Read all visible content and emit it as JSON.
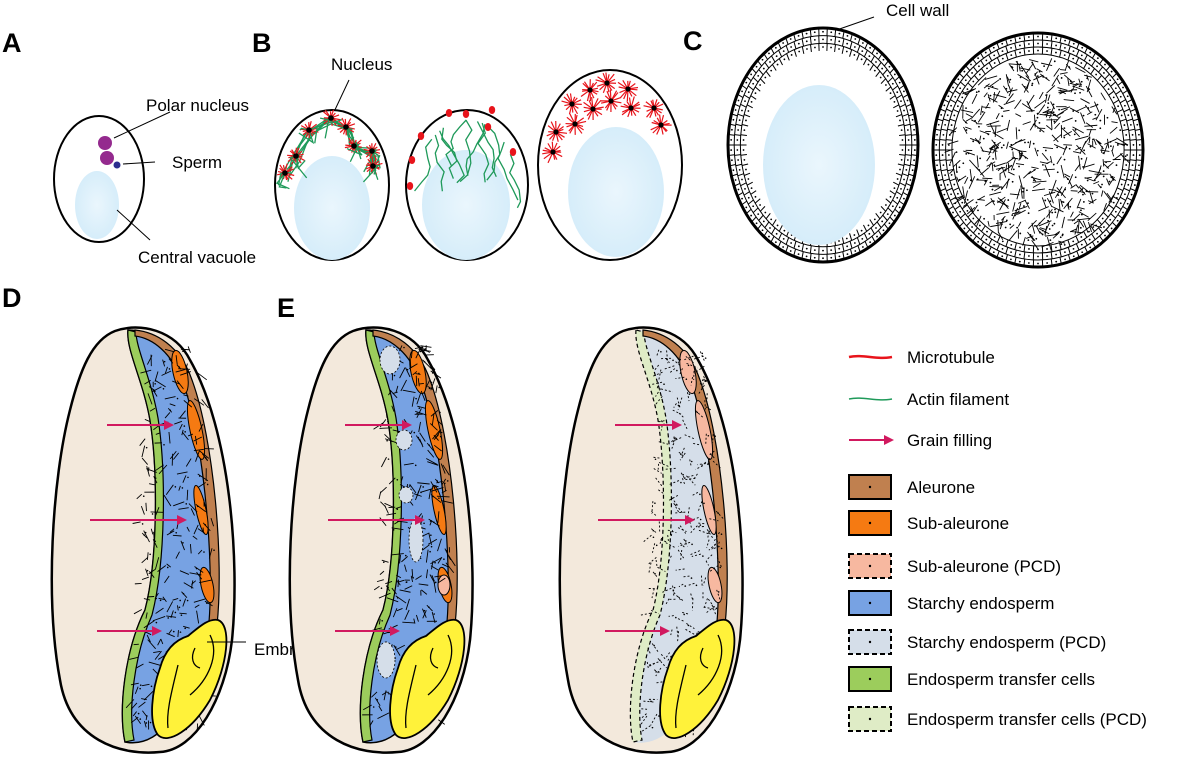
{
  "panels": {
    "A": {
      "letter": "A",
      "labels": {
        "polar_nucleus": "Polar nucleus",
        "sperm": "Sperm",
        "central_vacuole": "Central vacuole"
      }
    },
    "B": {
      "letter": "B",
      "labels": {
        "nucleus": "Nucleus"
      }
    },
    "C": {
      "letter": "C",
      "labels": {
        "cell_wall": "Cell wall"
      }
    },
    "D": {
      "letter": "D",
      "labels": {
        "embryo": "Embryo"
      }
    },
    "E": {
      "letter": "E"
    }
  },
  "legend": {
    "items": [
      {
        "label": "Microtubule",
        "kind": "line",
        "color": "#e8141b"
      },
      {
        "label": "Actin filament",
        "kind": "line",
        "color": "#1f9a5a"
      },
      {
        "label": "Grain filling",
        "kind": "arrow",
        "color": "#d1195f"
      },
      {
        "label": "Aleurone",
        "kind": "box",
        "color": "#c0804f",
        "dashed": false
      },
      {
        "label": "Sub-aleurone",
        "kind": "box",
        "color": "#f57a12",
        "dashed": false
      },
      {
        "label": "Sub-aleurone (PCD)",
        "kind": "box",
        "color": "#f7b8a0",
        "dashed": true
      },
      {
        "label": "Starchy endosperm",
        "kind": "box",
        "color": "#77a2e3",
        "dashed": false
      },
      {
        "label": "Starchy endosperm (PCD)",
        "kind": "box",
        "color": "#d5dee9",
        "dashed": true
      },
      {
        "label": "Endosperm transfer cells",
        "kind": "box",
        "color": "#9ccd5c",
        "dashed": false
      },
      {
        "label": "Endosperm transfer cells (PCD)",
        "kind": "box",
        "color": "#dfecc6",
        "dashed": true
      }
    ]
  },
  "colors": {
    "seed_coat": "#f3e9dc",
    "vacuole": "#dff0fb",
    "polar_nucleus": "#942a8e",
    "sperm": "#2c2e8f",
    "embryo": "#fff23a",
    "grain_arrow": "#d1195f"
  }
}
